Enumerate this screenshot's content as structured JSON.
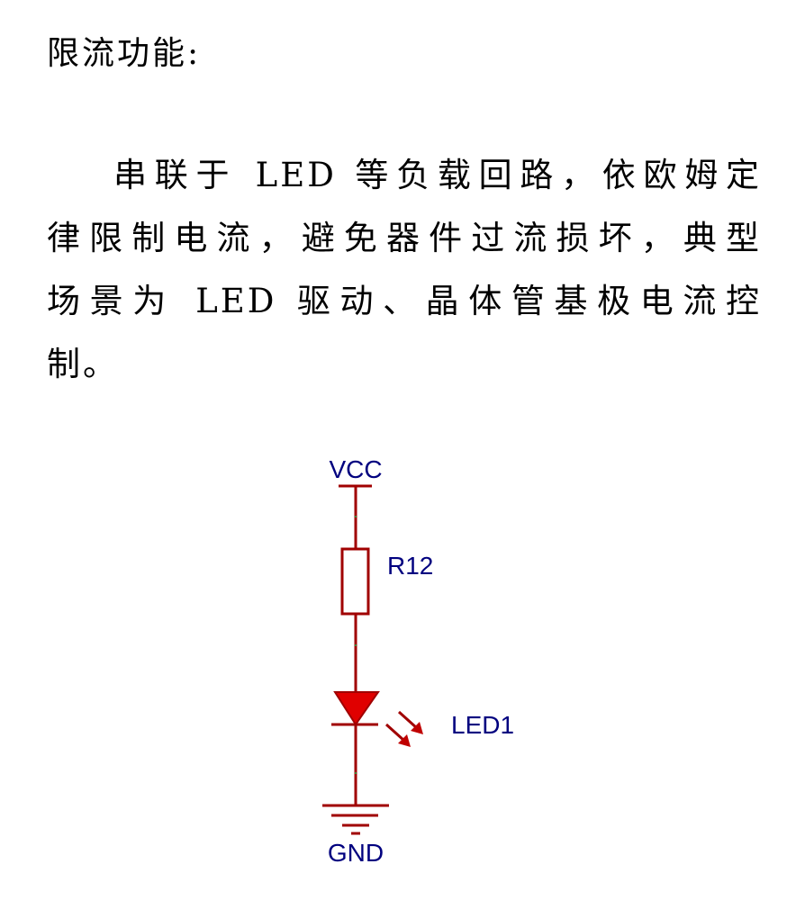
{
  "heading": "限流功能:",
  "paragraph_lines": [
    "串联于 LED 等负载回路，依欧姆定",
    "律限制电流，避免器件过流损坏，典型",
    "场景为 LED 驱动、晶体管基极电流控",
    "制。"
  ],
  "schematic": {
    "vcc_label": "VCC",
    "resistor_label": "R12",
    "led_label": "LED1",
    "gnd_label": "GND",
    "wire_color": "#a00000",
    "led_color": "#e00000",
    "label_color": "#00007f"
  }
}
